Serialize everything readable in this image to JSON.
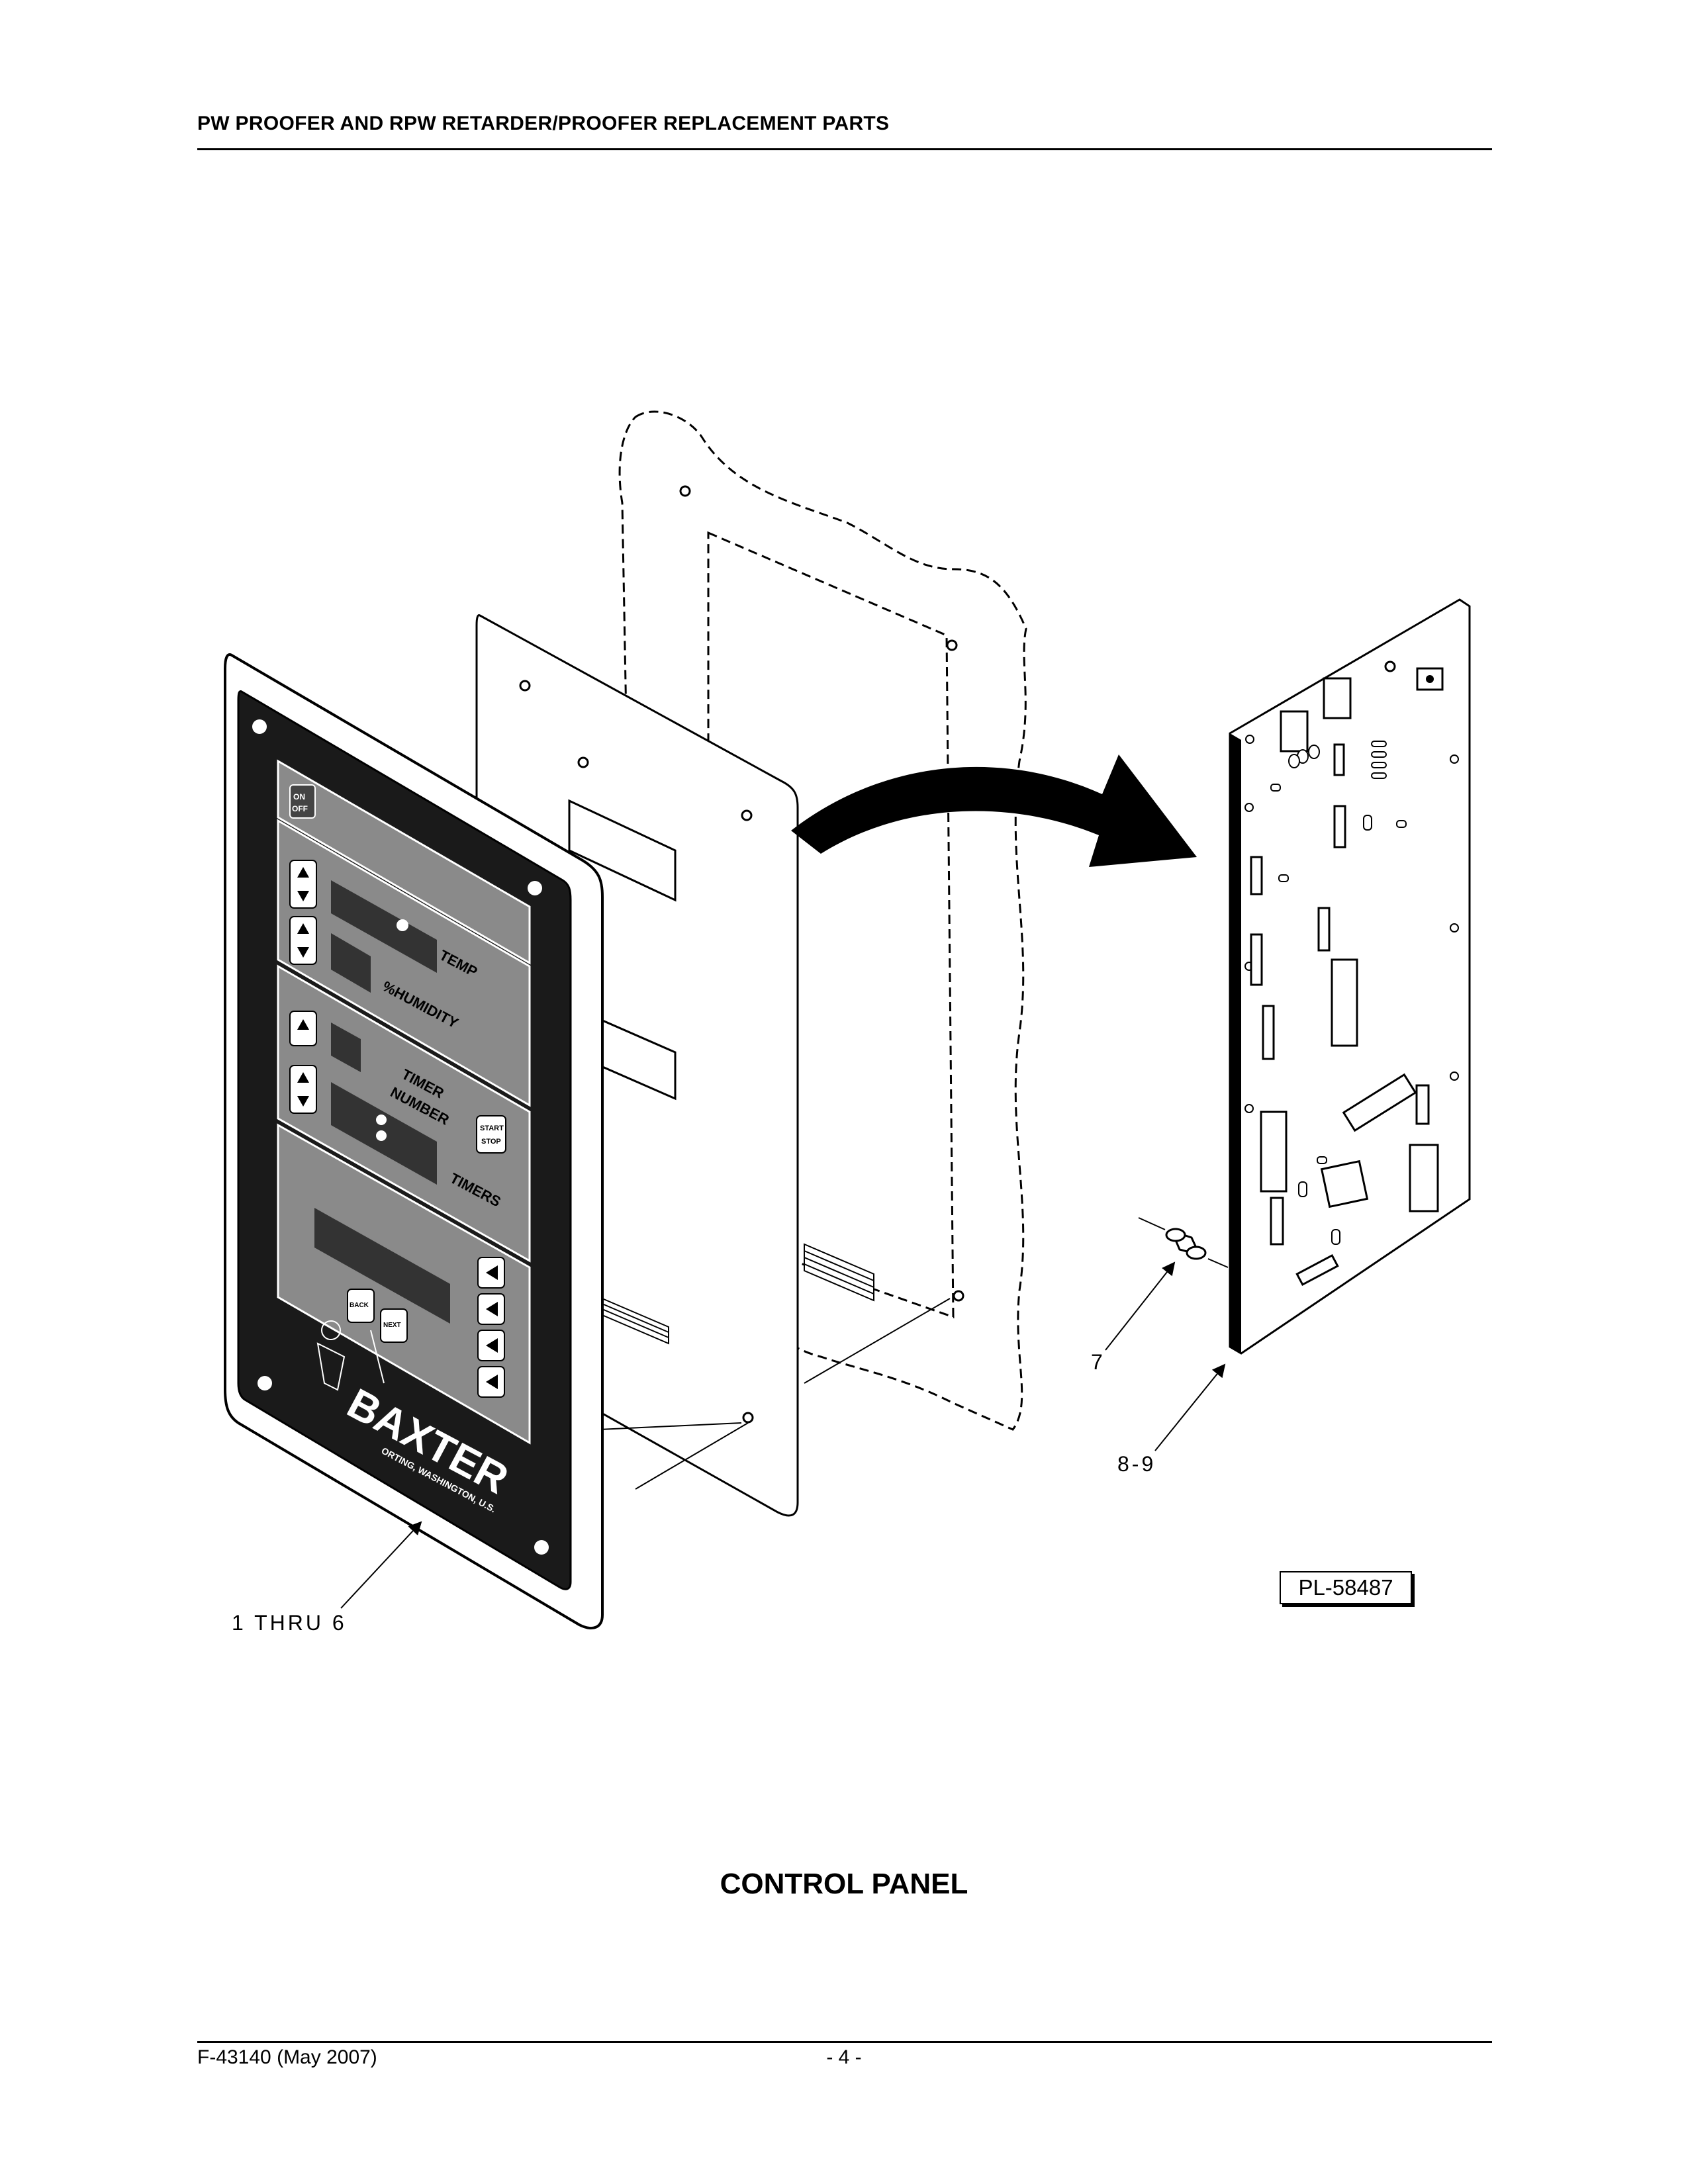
{
  "header": {
    "title": "PW PROOFER AND RPW RETARDER/PROOFER REPLACEMENT PARTS"
  },
  "diagram": {
    "panel_labels": {
      "on": "ON",
      "off": "OFF",
      "temp": "TEMP",
      "humidity": "%HUMIDITY",
      "timer_number": [
        "TIMER",
        "NUMBER"
      ],
      "start": "START",
      "stop": "STOP",
      "timers": "TIMERS",
      "back": "BACK",
      "next": "NEXT",
      "brand": "BAXTER",
      "brand_location": "ORTING, WASHINGTON, U.S."
    },
    "callouts": {
      "panel_assembly": "1 THRU 6",
      "spacer": "7",
      "control_board": "8-9"
    },
    "plate_id": "PL-58487"
  },
  "caption": "CONTROL PANEL",
  "footer": {
    "doc_id": "F-43140 (May 2007)",
    "page_number": "- 4 -"
  }
}
